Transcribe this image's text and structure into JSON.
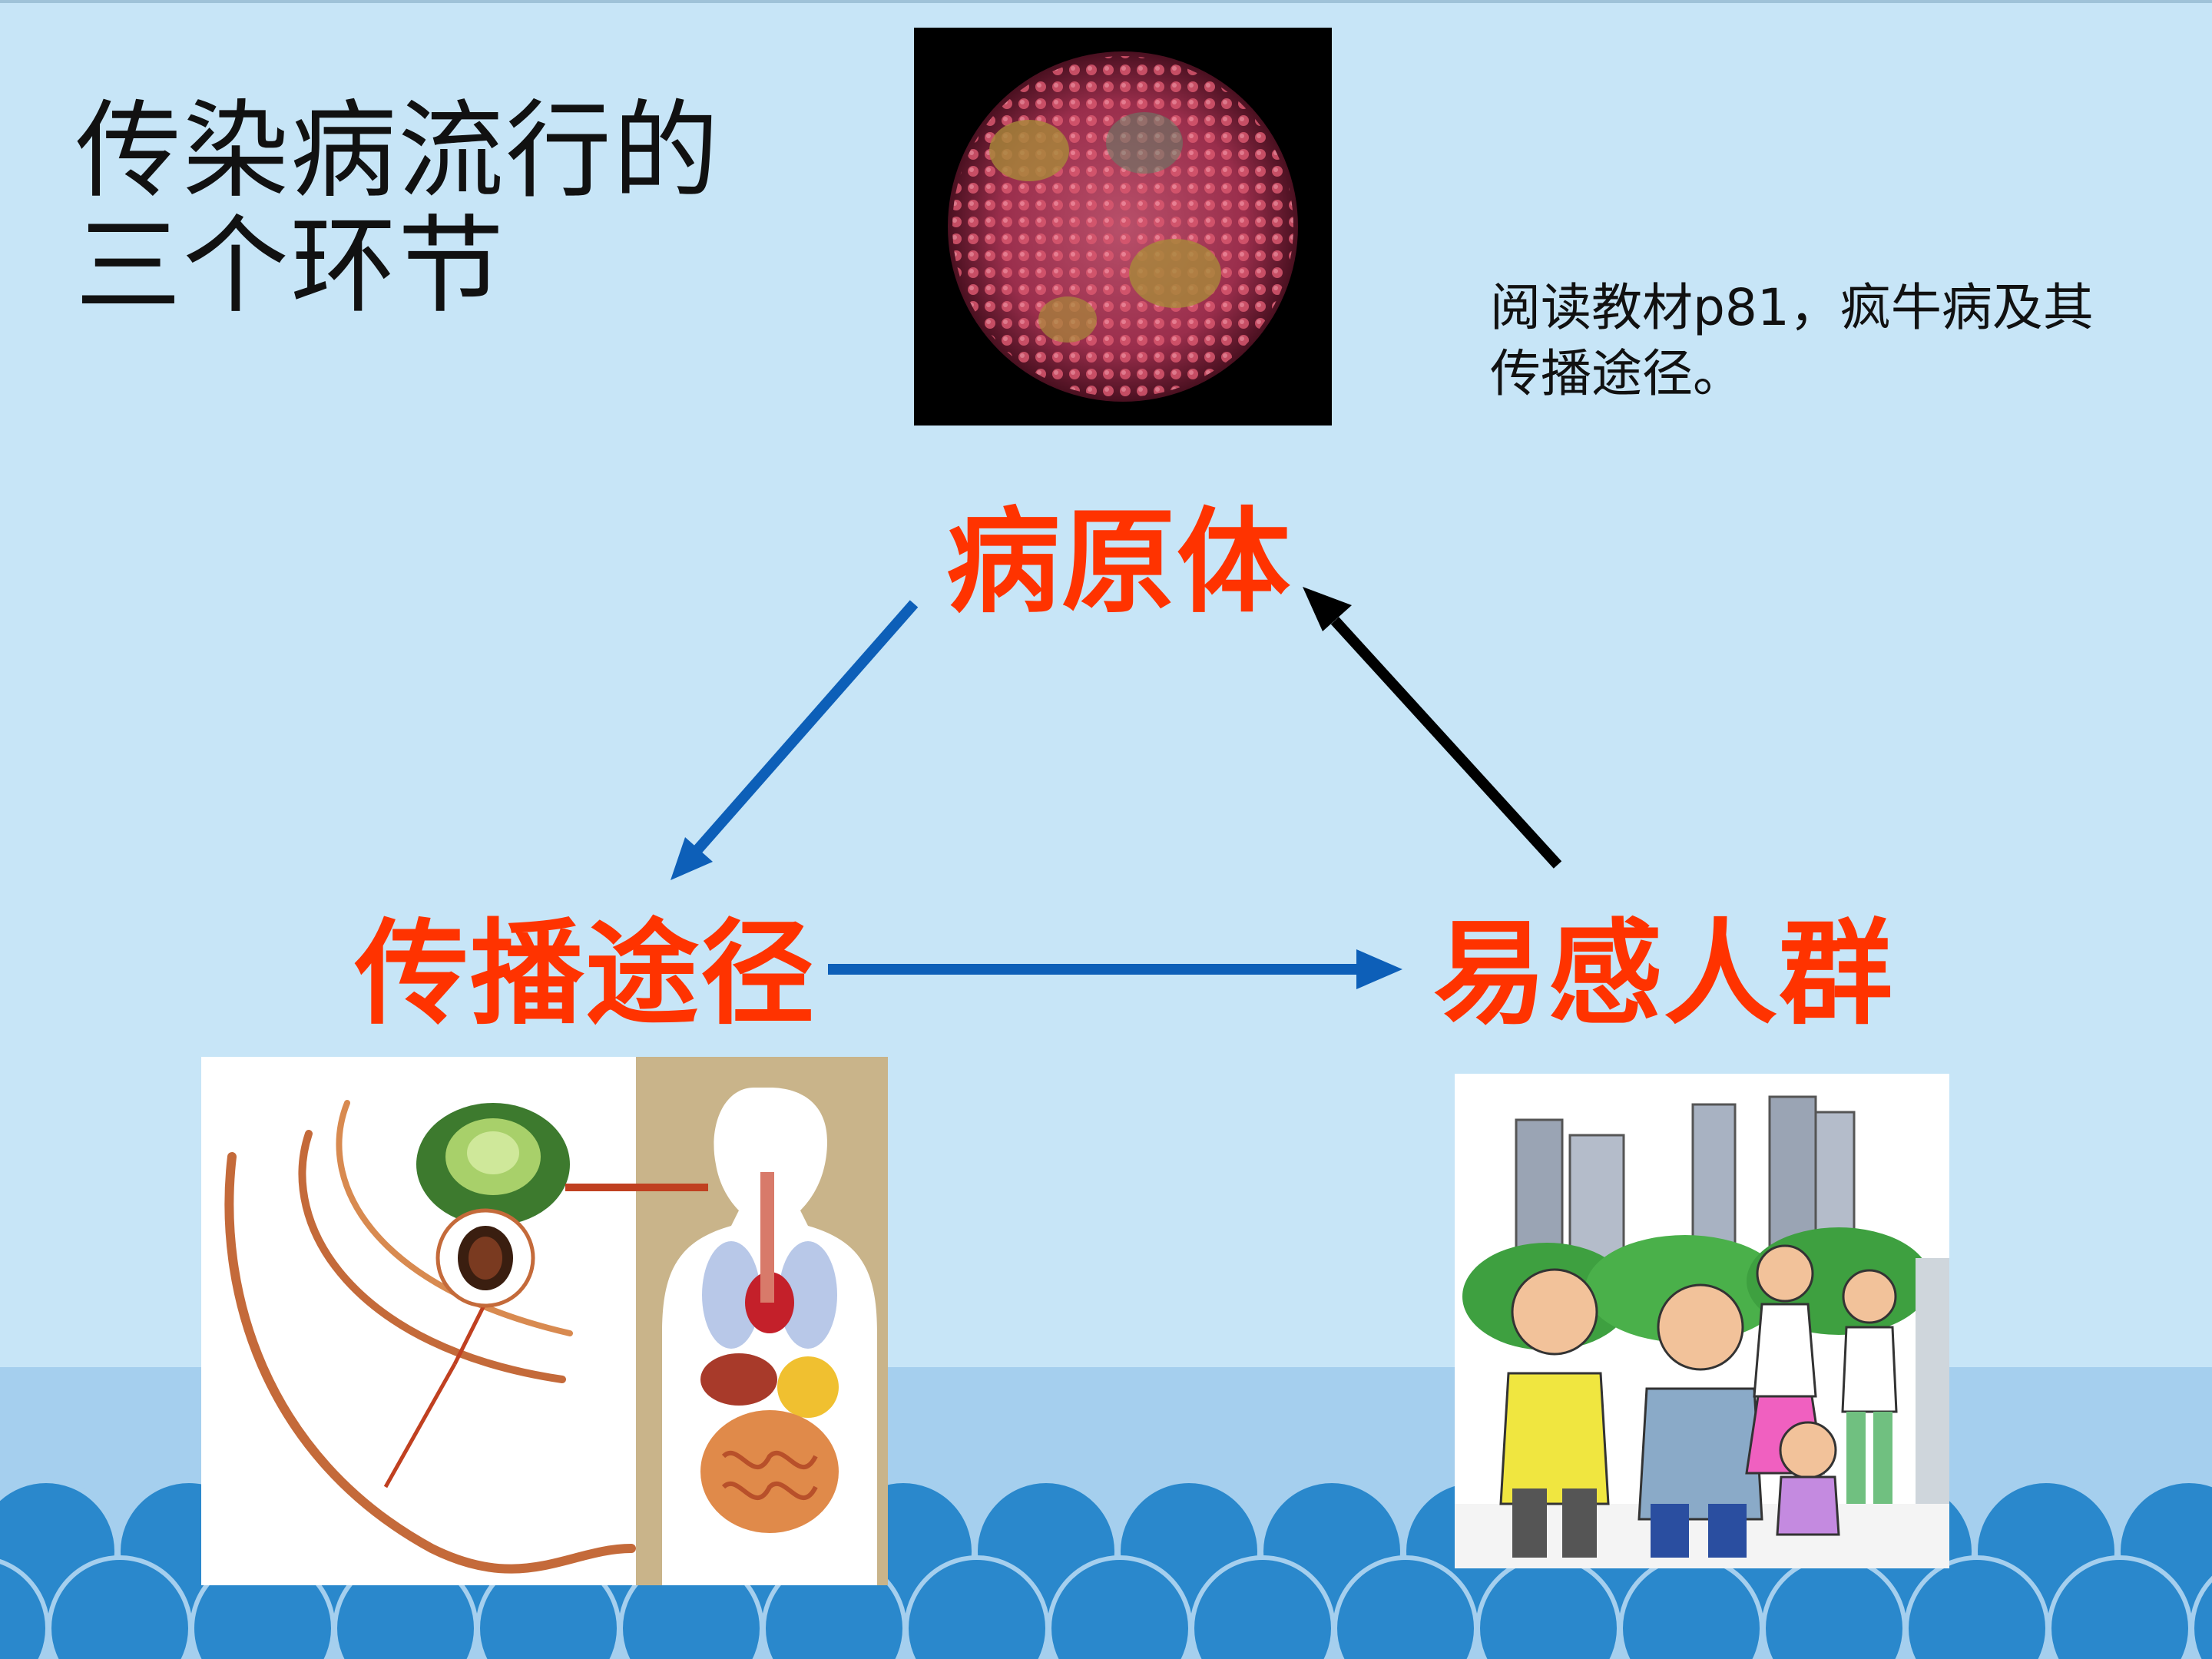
{
  "slide": {
    "title": "传染病流行的三个环节",
    "note": "阅读教材p81，疯牛病及其传播途径。"
  },
  "cycle": {
    "pathogen": "病原体",
    "transmission_route": "传播途径",
    "susceptible_population": "易感人群"
  },
  "colors": {
    "background": "#c7e5f7",
    "label_red": "#ff3300",
    "arrow_blue": "#0d5fb8",
    "arrow_black": "#000000",
    "wave_blue": "#2a88cc"
  },
  "icons": {
    "virus_image": "virus-particle-photo",
    "route_image": "roundworm-cabbage-digestive-system-illustration",
    "people_image": "crowd-of-people-city-cartoon"
  }
}
